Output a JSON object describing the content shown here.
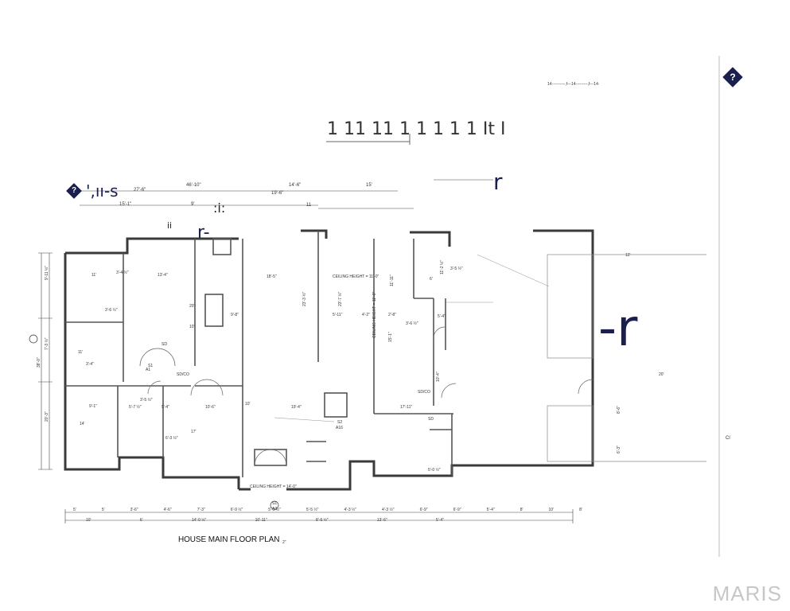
{
  "plan": {
    "title": "HOUSE MAIN FLOOR PLAN",
    "scale_note": "2\"",
    "brand": "MARIS",
    "header_glyphs": "1 11 11 1 1 1 1 1 It I",
    "top_right_dims": "14·---------,f---14---------,f---14·",
    "top_left_glyph": "',ıı-s",
    "top_overall_dims": "46'-10\"",
    "dim_27_6": "27'-6\"",
    "dim_15_1": "15'-1\"",
    "dim_9": "9'",
    "dim_19_6": "19'-6\"",
    "dim_14_6": "14'-6\"",
    "dim_15": "15'",
    "dim_11": "11",
    "garble_mid": ":i:",
    "garble_ii": "ii",
    "garble_r1": "r-",
    "garble_r2": "r",
    "garble_r3": "-r",
    "garble_ci": "Cl",
    "ceiling_11": "CEILING HEIGHT = 11'-0\"",
    "ceiling_11b": "CEILING HEIGHT = 11'-0\"",
    "ceiling_14": "CEILING HEIGHT = 14'-0\"",
    "left_dims": [
      "9'-11 ½\"",
      "7'-3 ½\"",
      "20'-3\"",
      "38'-0\""
    ],
    "room_dims": [
      "11'",
      "13'-4\"",
      "3'-6 ½\"",
      "3'-4 ½\"",
      "10'",
      "20'",
      "3'-4\"",
      "11'",
      "9'-1\"",
      "14'",
      "5'-7 ½\"",
      "5'-4\"",
      "3'-5 ½\"",
      "10'-6\"",
      "17'",
      "19'-4\"",
      "6'-3 ½\"",
      "18'-5\"",
      "9'-8\"",
      "23'-3 ½\"",
      "23'-7 ½\"",
      "10'",
      "5'-11\"",
      "4'-2\"",
      "2'-8\"",
      "15'-1\"",
      "3'-6 ½\"",
      "11'-11\"",
      "10'-4\"",
      "11'-2 ½\"",
      "5'-4\"",
      "3'-5 ½\"",
      "17'-11\"",
      "6'",
      "5'-0 ½\"",
      "12'",
      "20'",
      "8'-6\"",
      "6'-3\""
    ],
    "bottom_dims_row1": [
      "5'",
      "5'",
      "3'-6\"",
      "4'-6\"",
      "7'-3\"",
      "6'-9 ½\"",
      "5'-5 ½\"",
      "5'-5 ½\"",
      "4'-3 ½\"",
      "4'-3 ½\"",
      "6'-9\"",
      "6'-9\"",
      "5'-4\"",
      "8'",
      "10'",
      "8'"
    ],
    "bottom_dims_row2": [
      "10'",
      "6'",
      "14'-0 ½\"",
      "10'-11\"",
      "8'-6 ½\"",
      "13'-6\"",
      "5'-4\""
    ],
    "labels": {
      "sd1": "SD",
      "sd_co1": "SD/CO",
      "sd_co2": "SD/CO",
      "sd2": "SD",
      "tag_a1": "A1",
      "tag_a16": "A16",
      "tag_a2": "A2",
      "tag_s1": "S1",
      "tag_s2": "S2",
      "tag_s3": "S1"
    }
  }
}
